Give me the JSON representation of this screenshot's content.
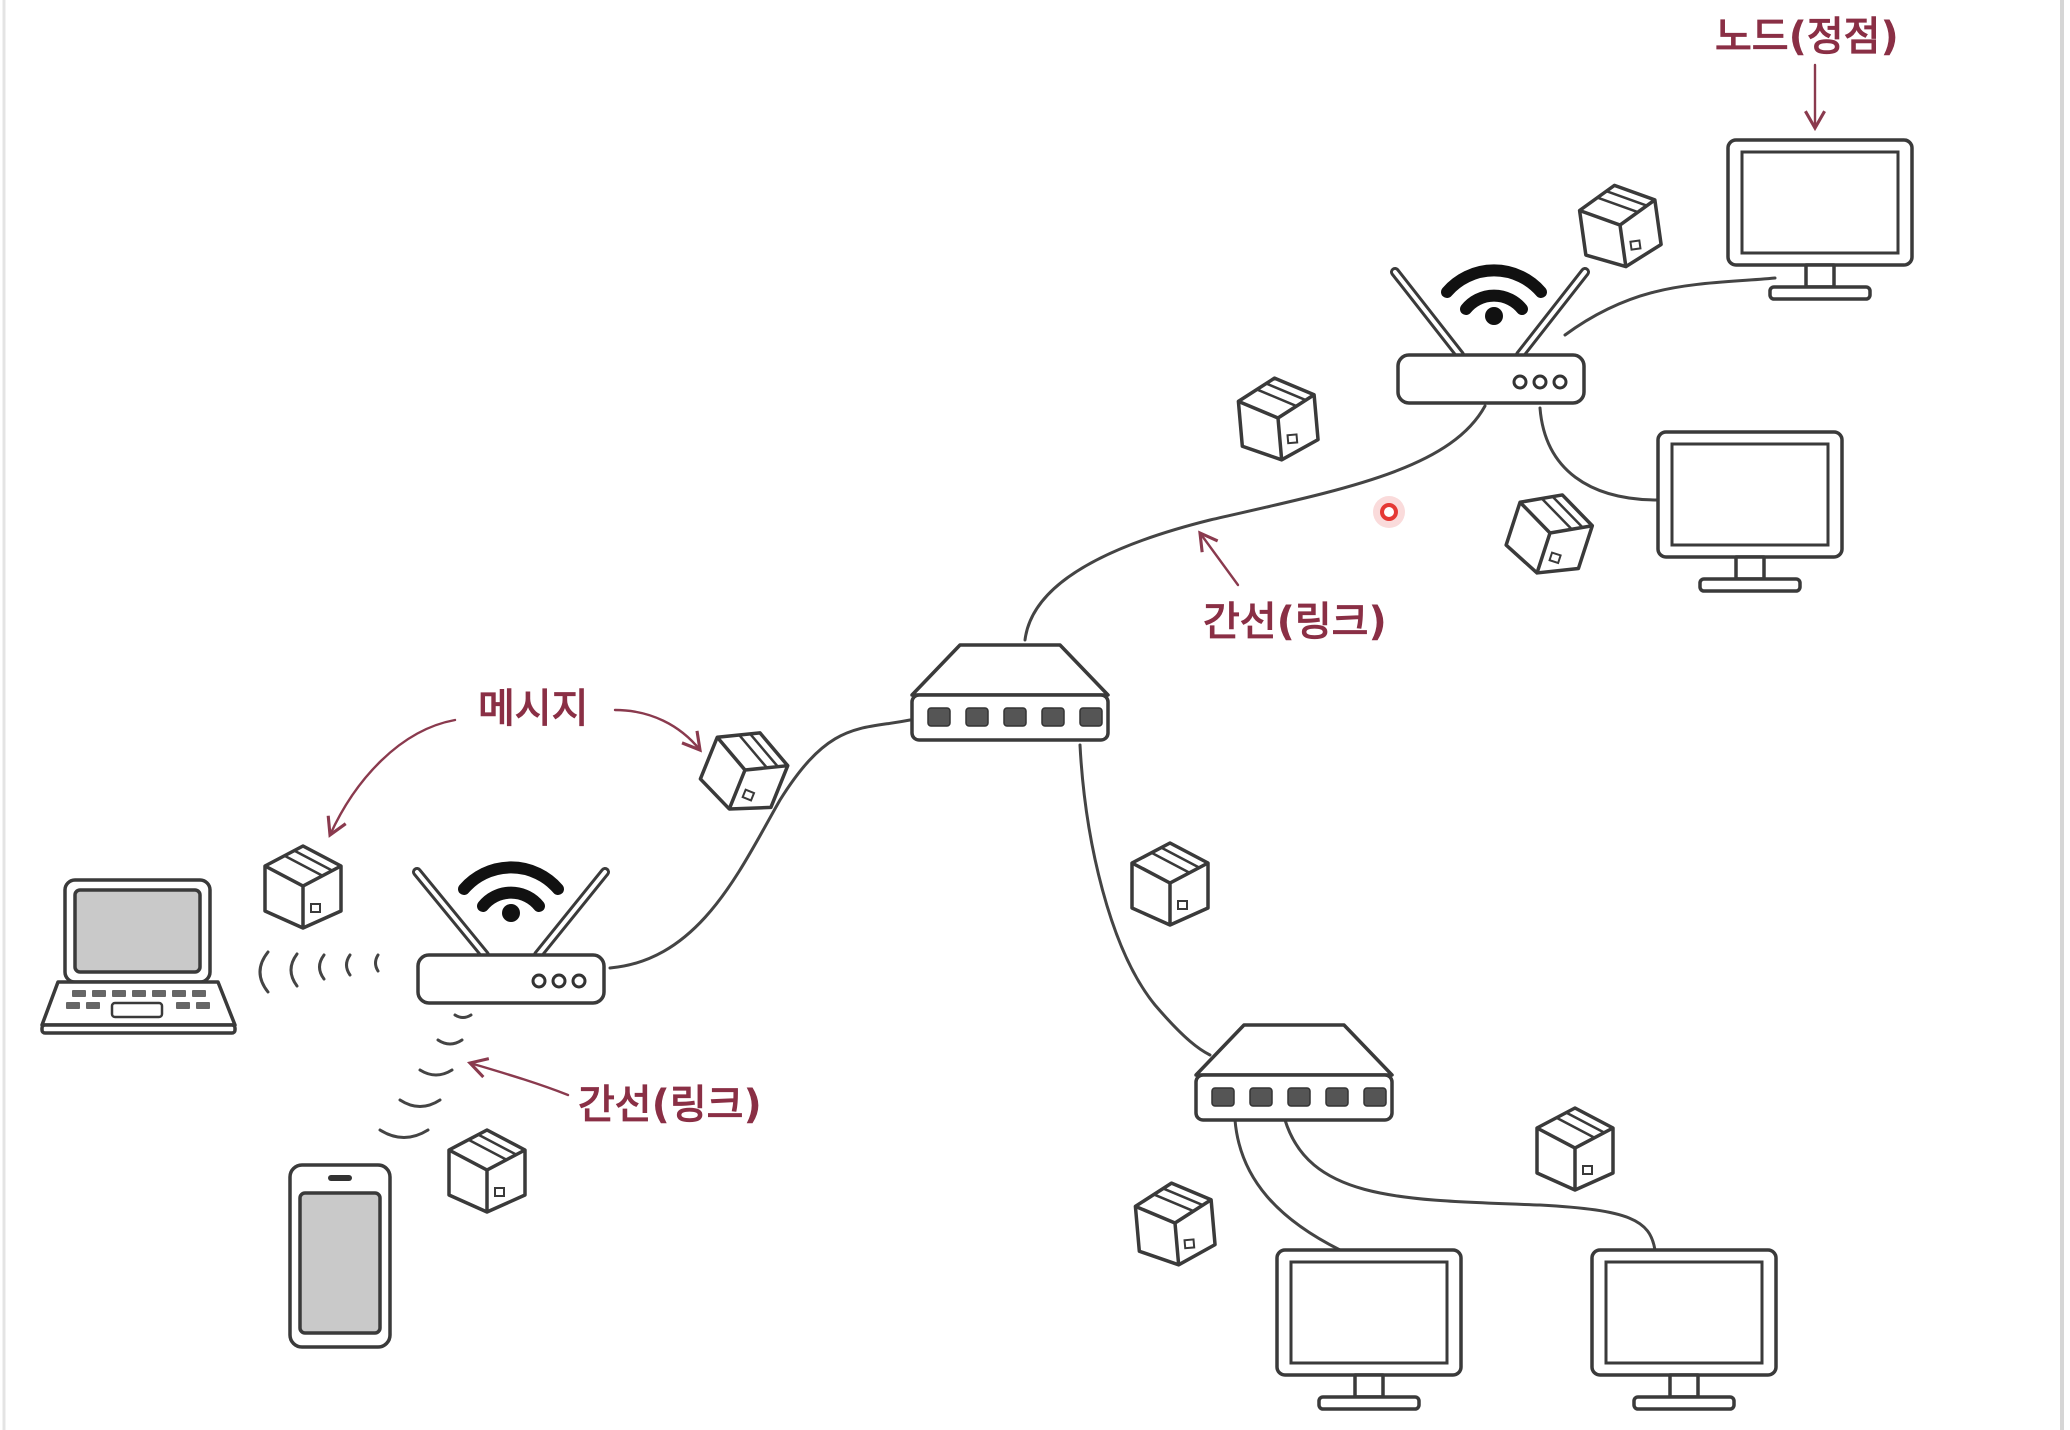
{
  "labels": {
    "node": "노드(정점)",
    "link_top": "간선(링크)",
    "link_bottom": "간선(링크)",
    "message": "메시지"
  },
  "colors": {
    "annotation": "#8a2f45",
    "ink": "#3a3a3a",
    "screen_fill": "#c9c9c9",
    "cursor": "#e53935"
  },
  "icons": [
    "monitor-icon",
    "router-icon",
    "switch-icon",
    "laptop-icon",
    "smartphone-icon",
    "package-icon",
    "wifi-icon"
  ]
}
